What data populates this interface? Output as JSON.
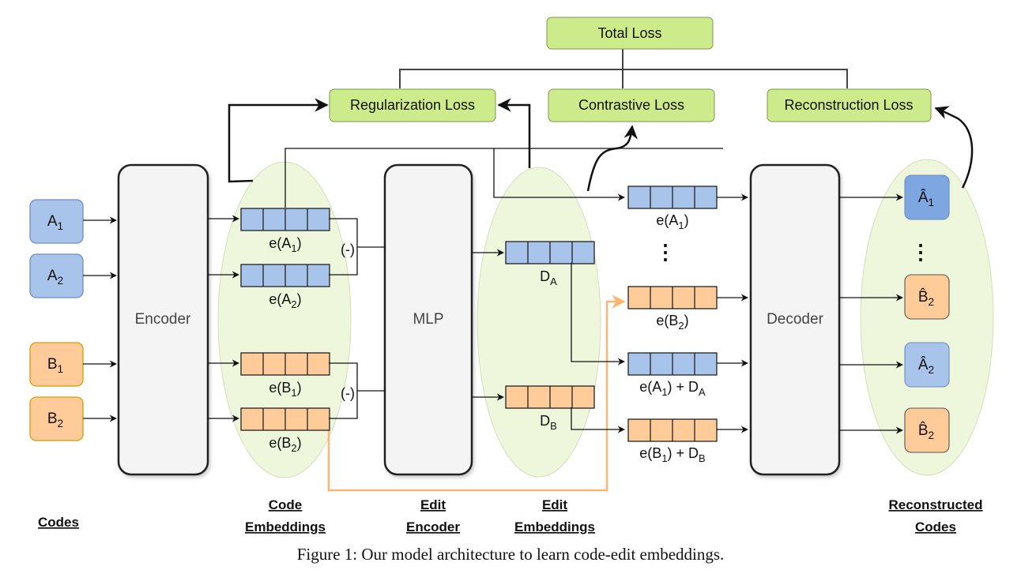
{
  "losses": {
    "total": "Total Loss",
    "regularization": "Regularization Loss",
    "contrastive": "Contrastive Loss",
    "reconstruction": "Reconstruction Loss"
  },
  "blocks": {
    "encoder": "Encoder",
    "mlp": "MLP",
    "decoder": "Decoder"
  },
  "codes": [
    {
      "base": "A",
      "sub": "1",
      "group": "A"
    },
    {
      "base": "A",
      "sub": "2",
      "group": "A"
    },
    {
      "base": "B",
      "sub": "1",
      "group": "B"
    },
    {
      "base": "B",
      "sub": "2",
      "group": "B"
    }
  ],
  "code_embeddings": [
    {
      "pre": "e(A",
      "sub": "1",
      "post": ")",
      "group": "A"
    },
    {
      "pre": "e(A",
      "sub": "2",
      "post": ")",
      "group": "A"
    },
    {
      "pre": "e(B",
      "sub": "1",
      "post": ")",
      "group": "B"
    },
    {
      "pre": "e(B",
      "sub": "2",
      "post": ")",
      "group": "B"
    }
  ],
  "diff_op": "(-)",
  "edit_embeddings": [
    {
      "base": "D",
      "sub": "A",
      "group": "A"
    },
    {
      "base": "D",
      "sub": "B",
      "group": "B"
    }
  ],
  "decoder_inputs": [
    {
      "pre": "e(A",
      "sub": "1",
      "post": ")",
      "extra_base": "",
      "extra_sub": "",
      "group": "A"
    },
    {
      "pre": "e(B",
      "sub": "2",
      "post": ")",
      "extra_base": "",
      "extra_sub": "",
      "group": "B"
    },
    {
      "pre": "e(A",
      "sub": "1",
      "post": ") + ",
      "extra_base": "D",
      "extra_sub": "A",
      "group": "A"
    },
    {
      "pre": "e(B",
      "sub": "1",
      "post": ") + ",
      "extra_base": "D",
      "extra_sub": "B",
      "group": "B"
    }
  ],
  "ellipsis": "⋮",
  "reconstructed": [
    {
      "base": "Â",
      "sub": "1",
      "group": "A-dark"
    },
    {
      "base": "B̂",
      "sub": "2",
      "group": "B"
    },
    {
      "base": "Â",
      "sub": "2",
      "group": "A"
    },
    {
      "base": "B̂",
      "sub": "2",
      "group": "B"
    }
  ],
  "section_labels": {
    "codes": [
      "Codes"
    ],
    "code_embeddings": [
      "Code",
      "Embeddings"
    ],
    "edit_encoder": [
      "Edit",
      "Encoder"
    ],
    "edit_embeddings": [
      "Edit",
      "Embeddings"
    ],
    "reconstructed_codes": [
      "Reconstructed",
      "Codes"
    ]
  },
  "caption": "Figure 1: Our model architecture to learn code-edit embeddings.",
  "colors": {
    "loss_fill": "#cdeb8b",
    "loss_stroke": "#7a9a4a",
    "blue_fill": "#a9c4eb",
    "blue_dark_fill": "#7ea6e0",
    "blue_stroke": "#6c8ebf",
    "orange_fill": "#ffcc99",
    "orange_stroke": "#d79b00",
    "ellipse_fill": "#eef7dc",
    "ellipse_stroke": "#d3e0b8",
    "block_fill": "#f4f4f4",
    "orange_line": "#ffb570"
  }
}
